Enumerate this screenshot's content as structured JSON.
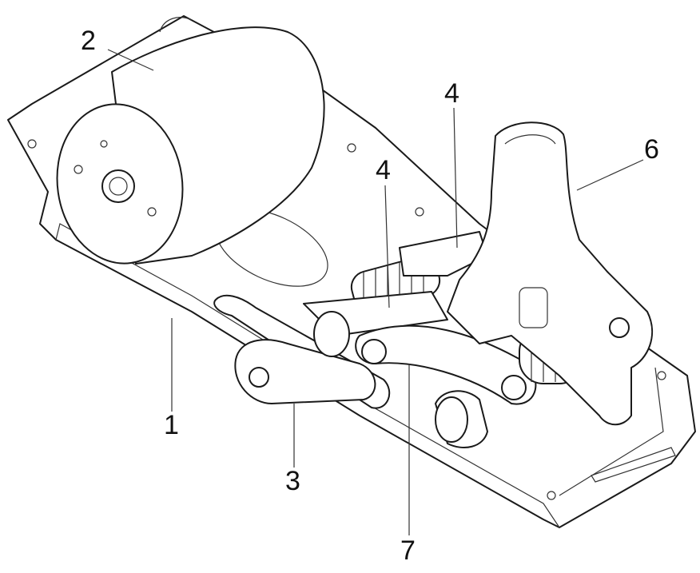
{
  "figure": {
    "callouts": [
      {
        "id": "base-plate",
        "label": "1"
      },
      {
        "id": "motor",
        "label": "2"
      },
      {
        "id": "handle",
        "label": "3"
      },
      {
        "id": "spring-upper",
        "label": "4"
      },
      {
        "id": "spring-lower",
        "label": "4"
      },
      {
        "id": "lever",
        "label": "6"
      },
      {
        "id": "link-arm",
        "label": "7"
      }
    ]
  }
}
